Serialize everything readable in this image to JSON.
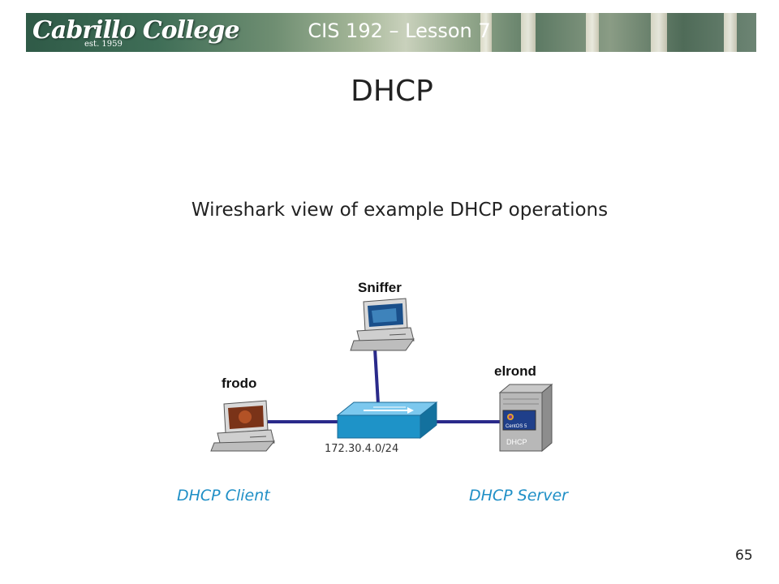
{
  "banner": {
    "logo_text": "Cabrillo College",
    "logo_est": "est. 1959",
    "title": "CIS 192 – Lesson 7"
  },
  "slide": {
    "title": "DHCP",
    "subtitle": "Wireshark view of example DHCP operations",
    "page_number": "65"
  },
  "diagram": {
    "nodes": [
      {
        "id": "sniffer",
        "label": "Sniffer"
      },
      {
        "id": "frodo",
        "label": "frodo",
        "role": "DHCP Client"
      },
      {
        "id": "elrond",
        "label": "elrond",
        "role": "DHCP Server",
        "server_tag": "DHCP",
        "os_badge": "CentOS 5"
      }
    ],
    "switch": {
      "subnet": "172.30.4.0/24"
    },
    "colors": {
      "link": "#2a2a8a",
      "switch": "#1e93c8",
      "role_text": "#1f8fc6"
    }
  }
}
